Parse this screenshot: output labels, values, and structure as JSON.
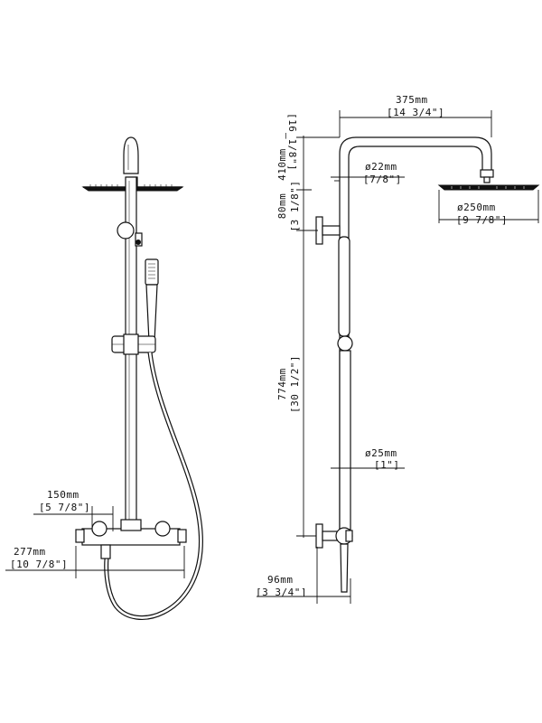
{
  "dimensions": {
    "arm_width": {
      "metric": "375mm",
      "imperial": "[14 3/4\"]"
    },
    "arm_height": {
      "metric": "410mm",
      "imperial": "[16 1/8\"]"
    },
    "pipe_top": {
      "metric": "ø22mm",
      "imperial": "[7/8\"]"
    },
    "head_diameter": {
      "metric": "ø250mm",
      "imperial": "[9 7/8\"]"
    },
    "holder_offset": {
      "metric": "80mm",
      "imperial": "[3 1/8\"]"
    },
    "riser_height": {
      "metric": "774mm",
      "imperial": "[30 1/2\"]"
    },
    "pipe_bottom": {
      "metric": "ø25mm",
      "imperial": "[1\"]"
    },
    "wall_depth": {
      "metric": "96mm",
      "imperial": "[3 3/4\"]"
    },
    "inlet_centers": {
      "metric": "150mm",
      "imperial": "[5 7/8\"]"
    },
    "mixer_width": {
      "metric": "277mm",
      "imperial": "[10 7/8\"]"
    },
    "separator": "—"
  },
  "colors": {
    "line": "#111111",
    "background": "#ffffff"
  }
}
